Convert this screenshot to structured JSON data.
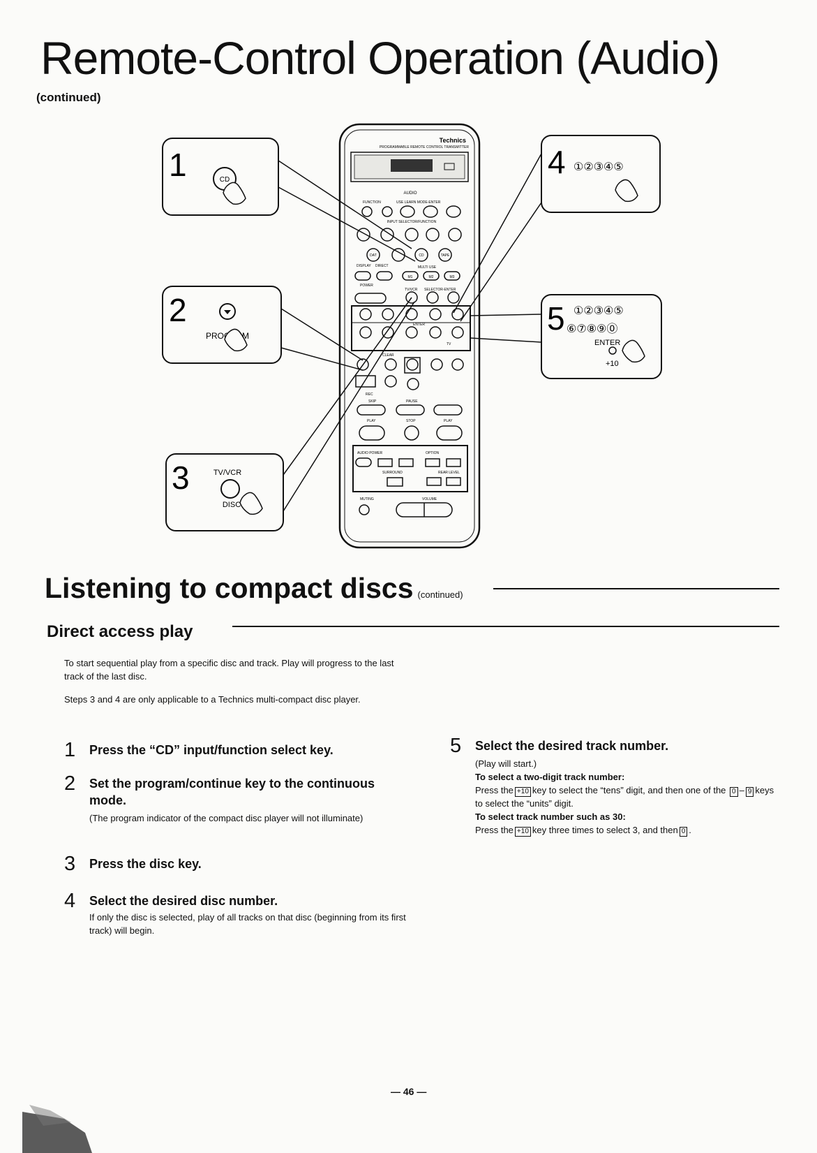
{
  "header": {
    "title": "Remote-Control Operation (Audio)",
    "subtitle": "(continued)"
  },
  "figure": {
    "remote_brand": "Technics",
    "remote_model": "PROGRAMMABLE REMOTE CONTROL TRANSMITTER",
    "remote_labels": {
      "audio": "AUDIO",
      "function": "FUNCTION",
      "use_learn_mode_enter": "USE LEARN MODE-ENTER",
      "input_selector_function": "INPUT SELECTOR/FUNCTION",
      "display": "DISPLAY",
      "direct": "DIRECT",
      "multi_use": "MULTI USE",
      "power": "POWER",
      "tv_vcr": "TV/VCR",
      "selector_enter": "SELECTOR-ENTER",
      "tv": "TV",
      "enter": "ENTER",
      "clear": "CLEAR",
      "rec": "REC",
      "pause": "PAUSE",
      "skip_rew": "SKIP",
      "play": "PLAY",
      "stop": "STOP",
      "audio_power": "AUDIO POWER",
      "option": "OPTION",
      "surround": "SURROUND",
      "rear_level": "REAR LEVEL",
      "muting": "MUTING",
      "volume": "VOLUME",
      "m1": "M1",
      "m2": "M2",
      "m3": "M3",
      "cd": "CD",
      "dat": "DAT",
      "tape": "TAPE"
    },
    "callouts": {
      "c1": {
        "num": "1",
        "key": "CD"
      },
      "c2": {
        "num": "2",
        "key": "PROGRAM"
      },
      "c3": {
        "num": "3",
        "key_top": "TV/VCR",
        "key_bottom": "DISC"
      },
      "c4": {
        "num": "4",
        "keys": "①②③④⑤"
      },
      "c5": {
        "num": "5",
        "keys_row1": "①②③④⑤",
        "keys_row2": "⑥⑦⑧⑨⓪",
        "enter": "ENTER",
        "plus10": "+10"
      }
    }
  },
  "section": {
    "heading": "Listening to compact discs",
    "heading_note": "(continued)",
    "subheading": "Direct access play",
    "intro": [
      "To start sequential play from a specific disc and track. Play will progress to the last track of the last disc.",
      "Steps 3 and 4 are only applicable to a Technics multi-compact disc player."
    ]
  },
  "steps": {
    "s1": {
      "num": "1",
      "head": "Press the “CD” input/function select key."
    },
    "s2": {
      "num": "2",
      "head": "Set the program/continue key to the continuous mode.",
      "body": "(The program indicator of the compact disc player will not illuminate)"
    },
    "s3": {
      "num": "3",
      "head": "Press the disc key."
    },
    "s4": {
      "num": "4",
      "head": "Select the desired disc number.",
      "body": "If only the disc is selected, play of all tracks on that disc (beginning from its first track) will begin."
    },
    "s5": {
      "num": "5",
      "head": "Select the desired track number.",
      "body1": "(Play will start.)",
      "sub1": "To select a two-digit track number:",
      "t1a": "Press the",
      "k_plus10": "+10",
      "t1b": "key to select the “tens” digit, and then one of the",
      "k0": "0",
      "dash": "–",
      "k9": "9",
      "t1c": "keys to select the “units” digit.",
      "sub2": "To select track number such as 30:",
      "t2a": "Press the",
      "t2b": "key three times to select 3, and then",
      "t2c": "."
    }
  },
  "footer": {
    "page_number": "— 46 —"
  }
}
